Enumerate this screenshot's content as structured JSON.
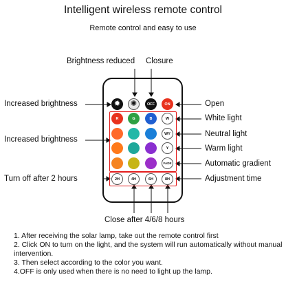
{
  "title": "Intelligent wireless remote control",
  "subtitle": "Remote control and easy to use",
  "labels": {
    "brightness_reduced": "Brightness reduced",
    "closure": "Closure",
    "increased_brightness_top": "Increased brightness",
    "increased_brightness_side": "Increased brightness",
    "turn_off_2h": "Turn off after 2 hours",
    "open": "Open",
    "white_light": "White light",
    "neutral_light": "Neutral light",
    "warm_light": "Warm light",
    "automatic_gradient": "Automatic gradient",
    "adjustment_time": "Adjustment time",
    "close_after": "Close after 4/6/8 hours"
  },
  "buttons": {
    "top_row": [
      {
        "name": "brightness-up-button",
        "text": "",
        "icon": "sun-bright-icon"
      },
      {
        "name": "brightness-down-button",
        "text": "",
        "icon": "sun-dim-icon"
      },
      {
        "name": "off-button",
        "text": "OFF"
      },
      {
        "name": "on-button",
        "text": "ON"
      }
    ],
    "rgb": [
      "R",
      "G",
      "B"
    ],
    "white": "W",
    "neutral": "WY",
    "warm": "Y",
    "fade": "FADE",
    "timers": [
      "2H",
      "4H",
      "6H",
      "8H"
    ]
  },
  "colors": {
    "accent_red": "#e31c1c",
    "row1": [
      "#e8321e",
      "#2ea043",
      "#1f5fd1"
    ],
    "row2": [
      "#ff6a2a",
      "#22b8a8",
      "#1a7fd8"
    ],
    "row3": [
      "#ff7a1a",
      "#1fa89a",
      "#8a2fd0"
    ],
    "row4": [
      "#f5841f",
      "#c7b516",
      "#9b2fc9"
    ]
  },
  "instructions": [
    "1. After receiving the solar lamp, take out the remote control first",
    "2. Click ON to turn on the light, and the system will run automatically without manual intervention.",
    "3. Then select according to the color you want.",
    "4.OFF is only used when there is no need to light up the lamp."
  ]
}
